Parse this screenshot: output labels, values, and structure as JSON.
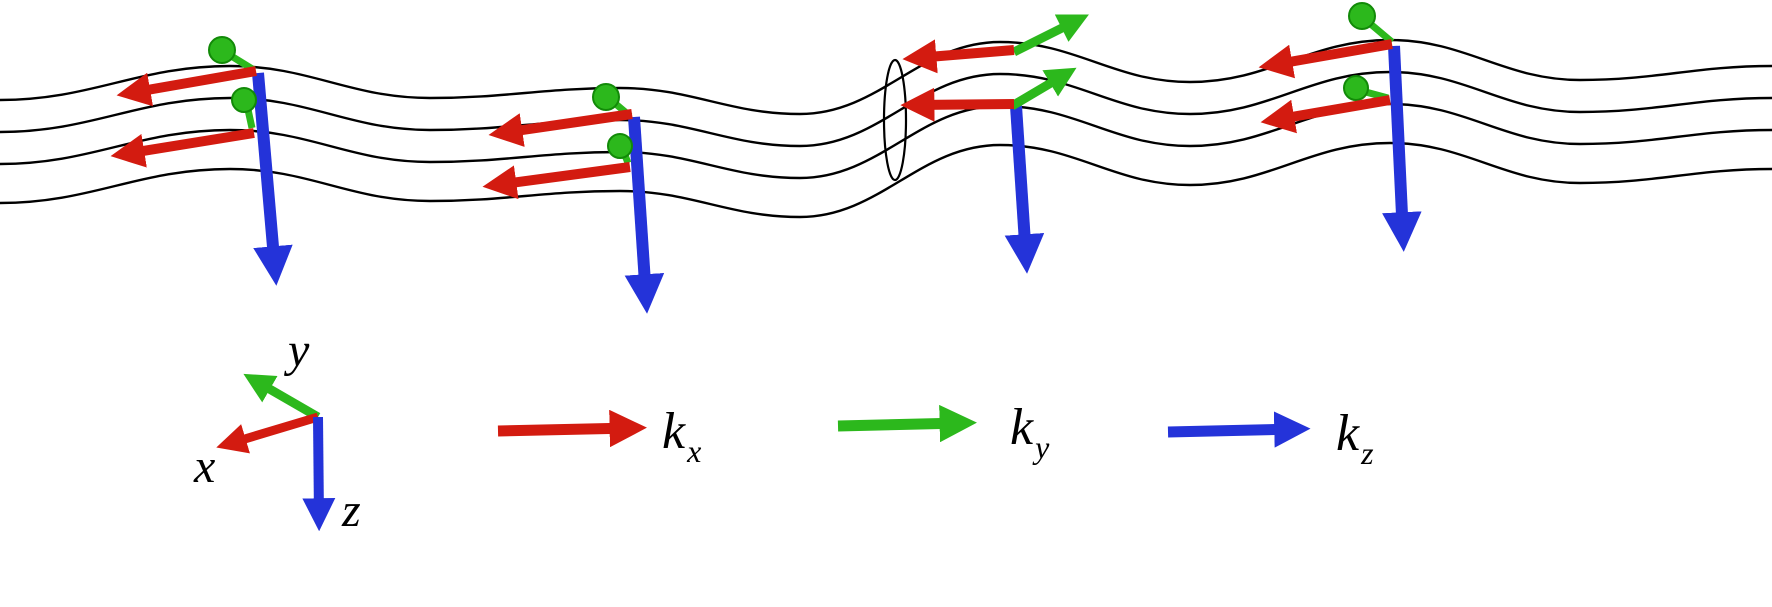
{
  "colors": {
    "kx_red": "#d31b10",
    "ky_green": "#2cb81c",
    "kz_blue": "#2433d9",
    "wave_line": "#000000",
    "label_text": "#000000"
  },
  "triad": {
    "x_label": "x",
    "y_label": "y",
    "z_label": "z"
  },
  "legend": {
    "kx": {
      "symbol": "k",
      "subscript": "x"
    },
    "ky": {
      "symbol": "k",
      "subscript": "y"
    },
    "kz": {
      "symbol": "k",
      "subscript": "z"
    }
  },
  "diagram": {
    "wave_line_count": 4,
    "frame_count": 4,
    "description": "Four wavevector triads (kx red pointing left, ky green out-of-plane, kz blue pointing down) attached along a wavy four-line surface with a cross-section ellipse near the third triad"
  }
}
